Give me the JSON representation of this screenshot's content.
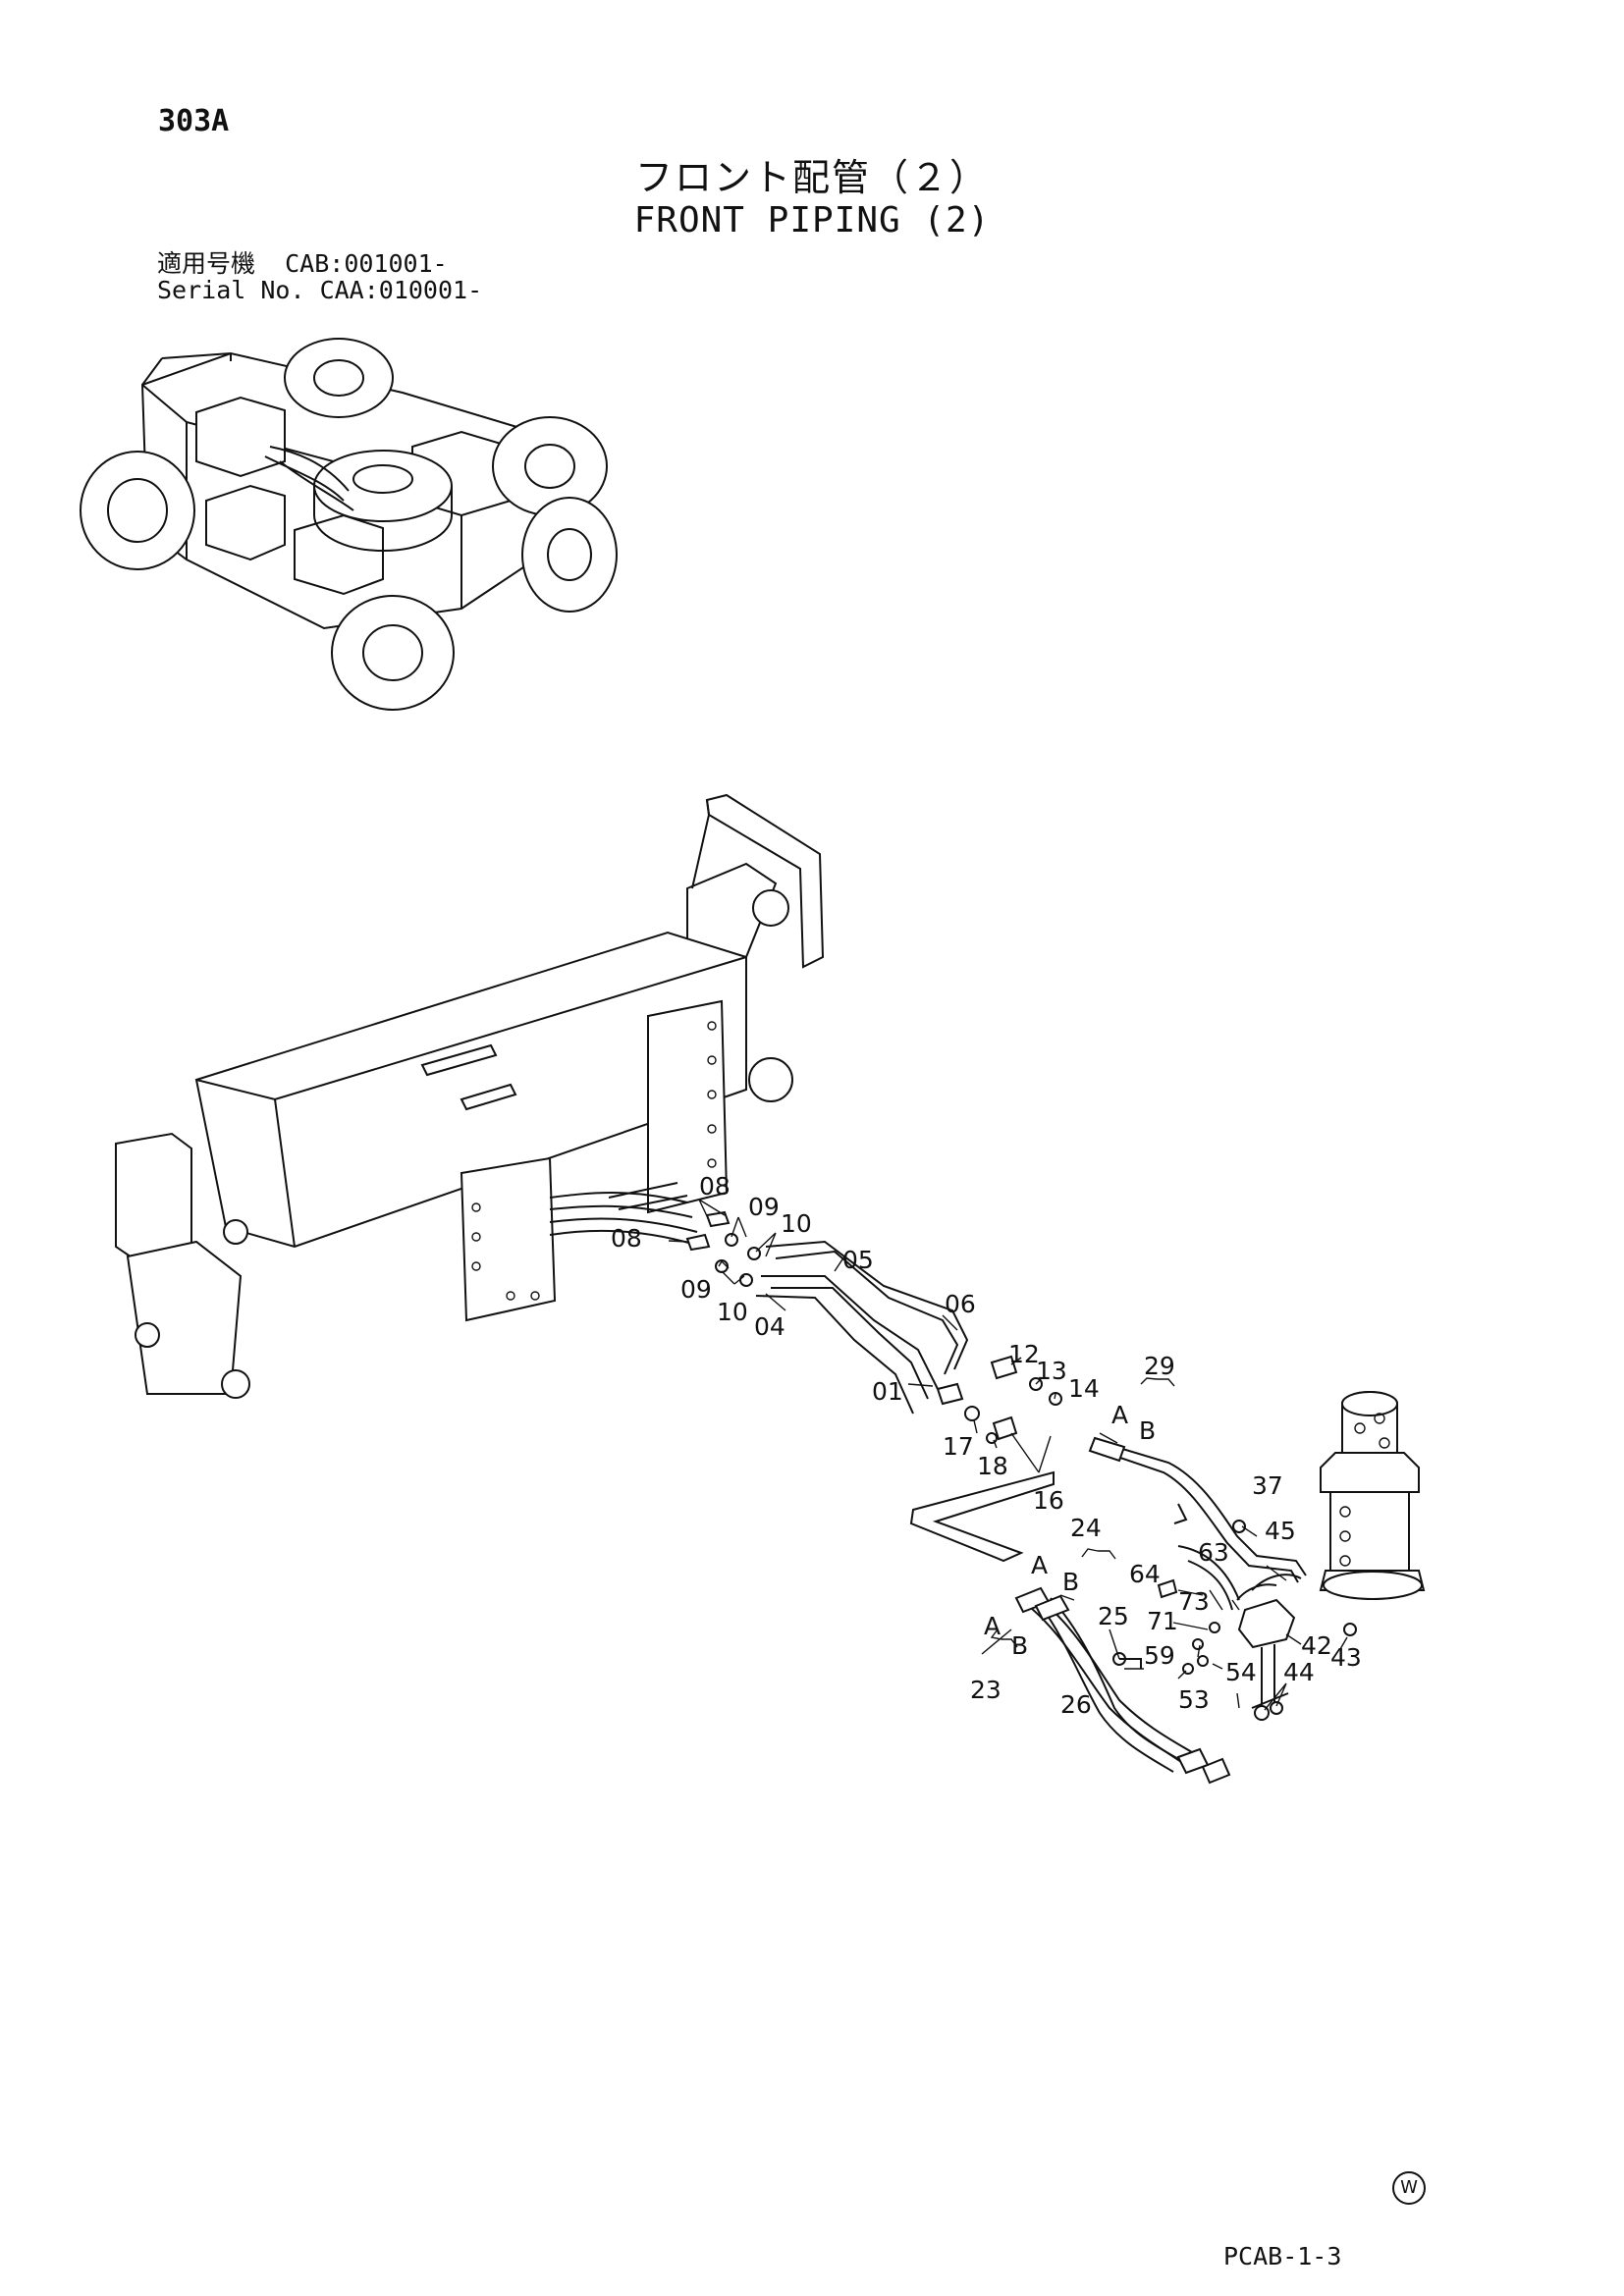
{
  "header": {
    "page_code": "303A",
    "title_ja": "フロント配管（２）",
    "title_en": "FRONT PIPING (2)",
    "serial_label_ja": "適用号機",
    "serial_value_1": "CAB:001001-",
    "serial_label_en": "Serial No.",
    "serial_value_2": "CAA:010001-"
  },
  "footer": {
    "doc_code": "PCAB-1-3",
    "watermark": "W"
  },
  "callouts": {
    "p01": "01",
    "p04": "04",
    "p05": "05",
    "p06": "06",
    "p08a": "08",
    "p08b": "08",
    "p09a": "09",
    "p09b": "09",
    "p10a": "10",
    "p10b": "10",
    "p12": "12",
    "p13": "13",
    "p14": "14",
    "p16": "16",
    "p17": "17",
    "p18": "18",
    "p23": "23",
    "p24": "24",
    "p25": "25",
    "p26": "26",
    "p29": "29",
    "p37": "37",
    "p42": "42",
    "p43": "43",
    "p44": "44",
    "p45": "45",
    "p53": "53",
    "p54": "54",
    "p59": "59",
    "p63": "63",
    "p64": "64",
    "p71": "71",
    "p73": "73",
    "a1": "A",
    "b1": "B",
    "a2": "A",
    "b2": "B",
    "a3": "A",
    "b3": "B"
  }
}
